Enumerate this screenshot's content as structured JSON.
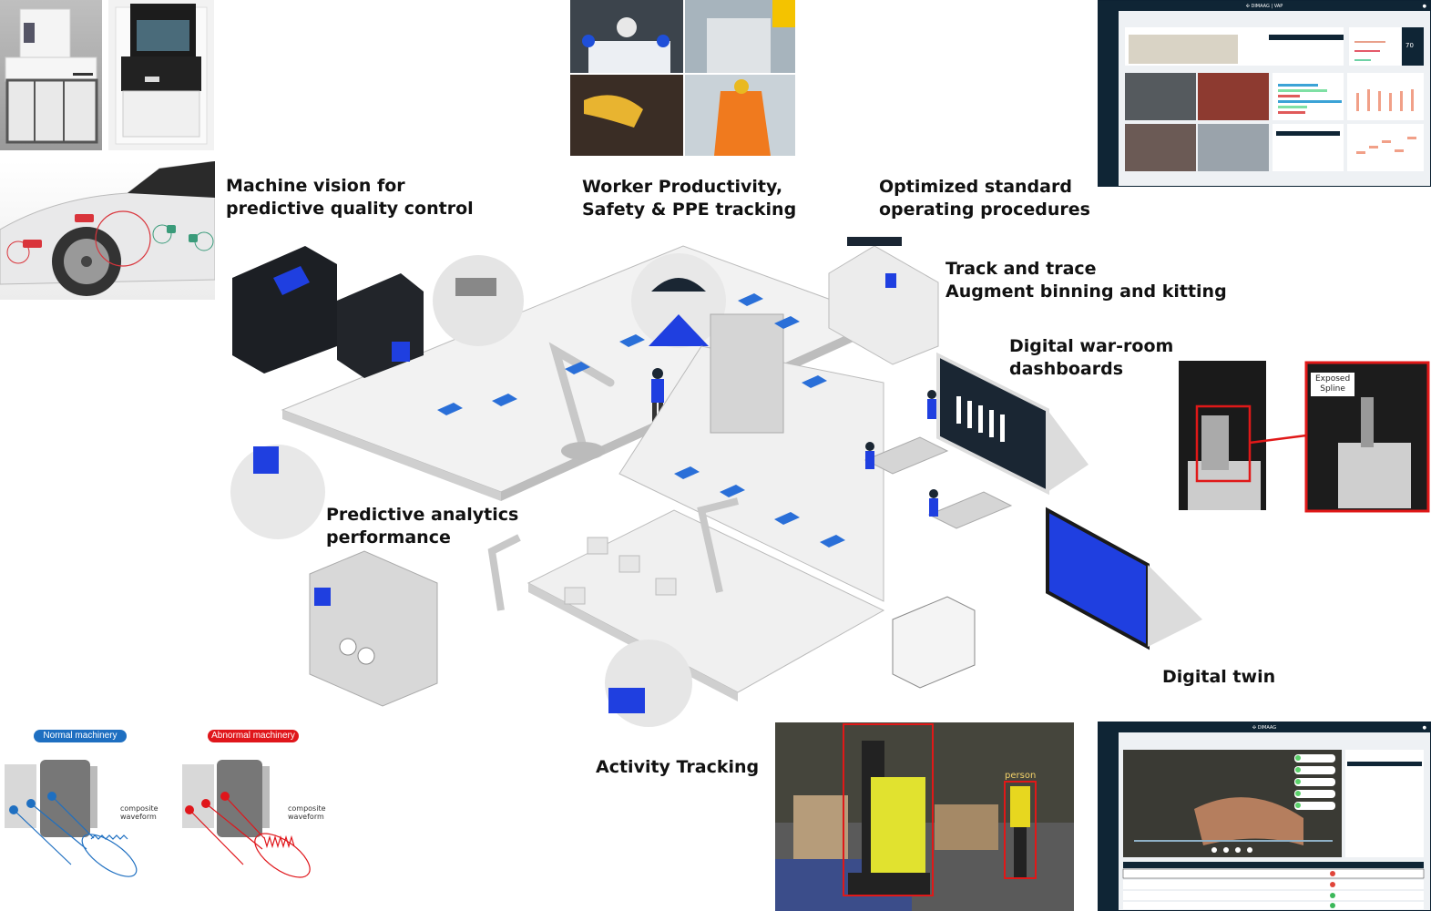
{
  "title": "Smart manufacturing use cases",
  "labels": {
    "machine_vision": [
      "Machine vision for",
      "predictive quality control"
    ],
    "worker": [
      "Worker Productivity,",
      "Safety & PPE tracking"
    ],
    "sop": [
      "Optimized standard",
      "operating procedures"
    ],
    "track_trace": [
      "Track and trace",
      "Augment binning and kitting"
    ],
    "war_room": [
      "Digital war-room",
      "dashboards"
    ],
    "predictive": [
      "Predictive analytics",
      "performance"
    ],
    "activity": "Activity Tracking",
    "digital_twin": "Digital twin"
  },
  "dashboard_top": {
    "brand": "DIMAAG",
    "product": "VAP",
    "kpi_value": "70"
  },
  "dashboard_bottom": {
    "brand": "DIMAAG"
  },
  "spline_callout": [
    "Exposed",
    "Spline"
  ],
  "forklift": {
    "detection_label": "person"
  },
  "vibration": {
    "normal_label": "Normal machinery",
    "abnormal_label": "Abnormal machinery",
    "waveform_label": [
      "composite",
      "waveform"
    ]
  },
  "colors": {
    "accent_blue": "#1f3fe0",
    "normal_blue": "#1e6fc1",
    "abnormal_red": "#e0161b",
    "dashboard_navy": "#0f2535",
    "detect_red": "#e01818"
  }
}
